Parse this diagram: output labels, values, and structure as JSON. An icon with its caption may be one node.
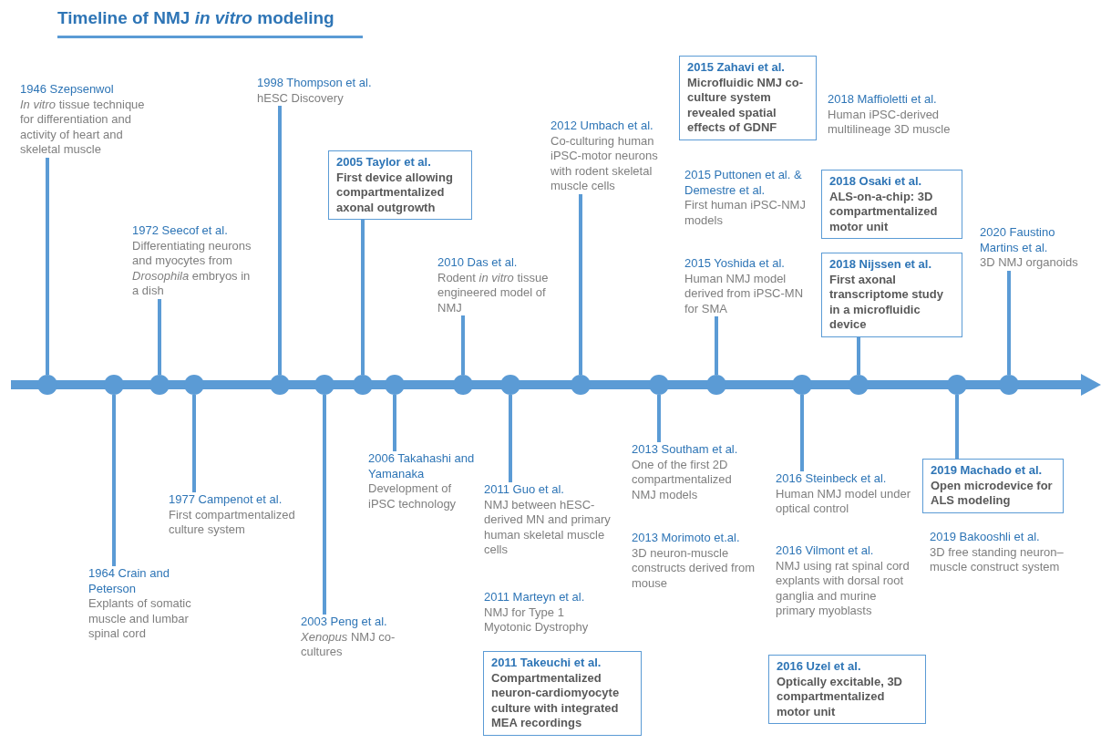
{
  "diagram": {
    "title": "Timeline of NMJ *in vitro* modeling",
    "nodes": [
      {
        "text": [
          "1946 Szepsenwol",
          "*In vitro* tissue technique for differentiation and activity of heart and skeletal muscle"
        ]
      },
      {
        "text": [
          "1964 Crain and Peterson",
          "Explants of somatic muscle and lumbar spinal cord"
        ]
      },
      {
        "text": [
          "1972 Seecof et al.",
          "Differentiating neurons and myocytes from *Drosophila* embryos in a dish"
        ]
      },
      {
        "text": [
          "1977 Campenot et al.",
          "First compartmentalized culture system"
        ]
      },
      {
        "text": [
          "1998 Thompson et al.",
          "hESC Discovery"
        ]
      },
      {
        "text": [
          "2003 Peng et al.",
          "*Xenopus* NMJ co-cultures"
        ]
      },
      {
        "text": [
          "2005 Taylor et al.",
          "First device allowing compartmentalized axonal outgrowth"
        ]
      },
      {
        "text": [
          "2006 Takahashi and Yamanaka",
          "Development of iPSC technology"
        ]
      },
      {
        "text": [
          "2010 Das et al.",
          "Rodent *in vitro* tissue engineered model of NMJ"
        ]
      },
      {
        "text": [
          "2011 Guo et al.",
          "NMJ between hESC-derived MN and primary human skeletal muscle cells"
        ]
      },
      {
        "text": [
          "2011 Marteyn et al.",
          "NMJ for Type 1 Myotonic Dystrophy"
        ]
      },
      {
        "text": [
          "2011 Takeuchi et al.",
          "Compartmentalized neuron-cardiomyocyte culture with integrated MEA recordings"
        ]
      },
      {
        "text": [
          "2012 Umbach et al.",
          "Co-culturing human iPSC-motor neurons with rodent skeletal muscle cells"
        ]
      },
      {
        "text": [
          "2013 Southam et al.",
          "One of the first 2D compartmentalized NMJ models"
        ]
      },
      {
        "text": [
          "2013 Morimoto et.al.",
          "3D neuron-muscle constructs derived from mouse"
        ]
      },
      {
        "text": [
          "2015 Zahavi et al.",
          "Microfluidic NMJ co-culture system revealed spatial effects of GDNF"
        ]
      },
      {
        "text": [
          "2015 Puttonen et al. & Demestre et al.",
          "First human iPSC-NMJ models"
        ]
      },
      {
        "text": [
          "2015 Yoshida et al.",
          "Human NMJ model derived from iPSC-MN for SMA"
        ]
      },
      {
        "text": [
          "2016 Steinbeck et al.",
          "Human NMJ model under optical control"
        ]
      },
      {
        "text": [
          "2016 Vilmont et al.",
          "NMJ using rat spinal cord explants with dorsal root ganglia and murine primary myoblasts"
        ]
      },
      {
        "text": [
          "2016 Uzel et al.",
          "Optically excitable, 3D compartmentalized motor unit"
        ]
      },
      {
        "text": [
          "2018 Maffioletti et al.",
          "Human iPSC-derived multilineage 3D muscle"
        ]
      },
      {
        "text": [
          "2018 Osaki et al.",
          "ALS-on-a-chip: 3D compartmentalized motor unit"
        ]
      },
      {
        "text": [
          "2018 Nijssen et al.",
          "First axonal transcriptome study in a microfluidic device"
        ]
      },
      {
        "text": [
          "2019 Machado et al.",
          "Open microdevice for ALS modeling"
        ]
      },
      {
        "text": [
          "2019 Bakooshli et al.",
          "3D free standing neuron–muscle construct system"
        ]
      },
      {
        "text": [
          "2020 Faustino Martins et al.",
          "3D NMJ organoids"
        ]
      },
      {
        "text": [],
        "shape": "circle"
      },
      {
        "text": [],
        "shape": "circle"
      },
      {
        "text": [],
        "shape": "circle"
      },
      {
        "text": [],
        "shape": "circle"
      },
      {
        "text": [],
        "shape": "circle"
      },
      {
        "text": [],
        "shape": "circle"
      },
      {
        "text": [],
        "shape": "circle"
      },
      {
        "text": [],
        "shape": "circle"
      },
      {
        "text": [],
        "shape": "circle"
      },
      {
        "text": [],
        "shape": "circle"
      },
      {
        "text": [],
        "shape": "circle"
      },
      {
        "text": [],
        "shape": "circle"
      },
      {
        "text": [],
        "shape": "circle"
      },
      {
        "text": [],
        "shape": "circle"
      },
      {
        "text": [],
        "shape": "circle"
      },
      {
        "text": [],
        "shape": "circle"
      },
      {
        "text": [],
        "shape": "circle"
      }
    ],
    "edges": [
      {
        "from": 27,
        "to": 0,
        "arrow": "none"
      },
      {
        "from": 28,
        "to": 1,
        "arrow": "none"
      },
      {
        "from": 29,
        "to": 2,
        "arrow": "none"
      },
      {
        "from": 30,
        "to": 3,
        "arrow": "none"
      },
      {
        "from": 31,
        "to": 4,
        "arrow": "none"
      },
      {
        "from": 32,
        "to": 5,
        "arrow": "none"
      },
      {
        "from": 33,
        "to": 6,
        "arrow": "none"
      },
      {
        "from": 34,
        "to": 7,
        "arrow": "none"
      },
      {
        "from": 35,
        "to": 8,
        "arrow": "none"
      },
      {
        "from": 36,
        "to": 9,
        "arrow": "none"
      },
      {
        "from": 37,
        "to": 12,
        "arrow": "none"
      },
      {
        "from": 38,
        "to": 13,
        "arrow": "none"
      },
      {
        "from": 39,
        "to": 17,
        "arrow": "none"
      },
      {
        "from": 40,
        "to": 18,
        "arrow": "none"
      },
      {
        "from": 41,
        "to": 23,
        "arrow": "none"
      },
      {
        "from": 42,
        "to": 24,
        "arrow": "none"
      },
      {
        "from": 43,
        "to": 26,
        "arrow": "none"
      }
    ]
  }
}
